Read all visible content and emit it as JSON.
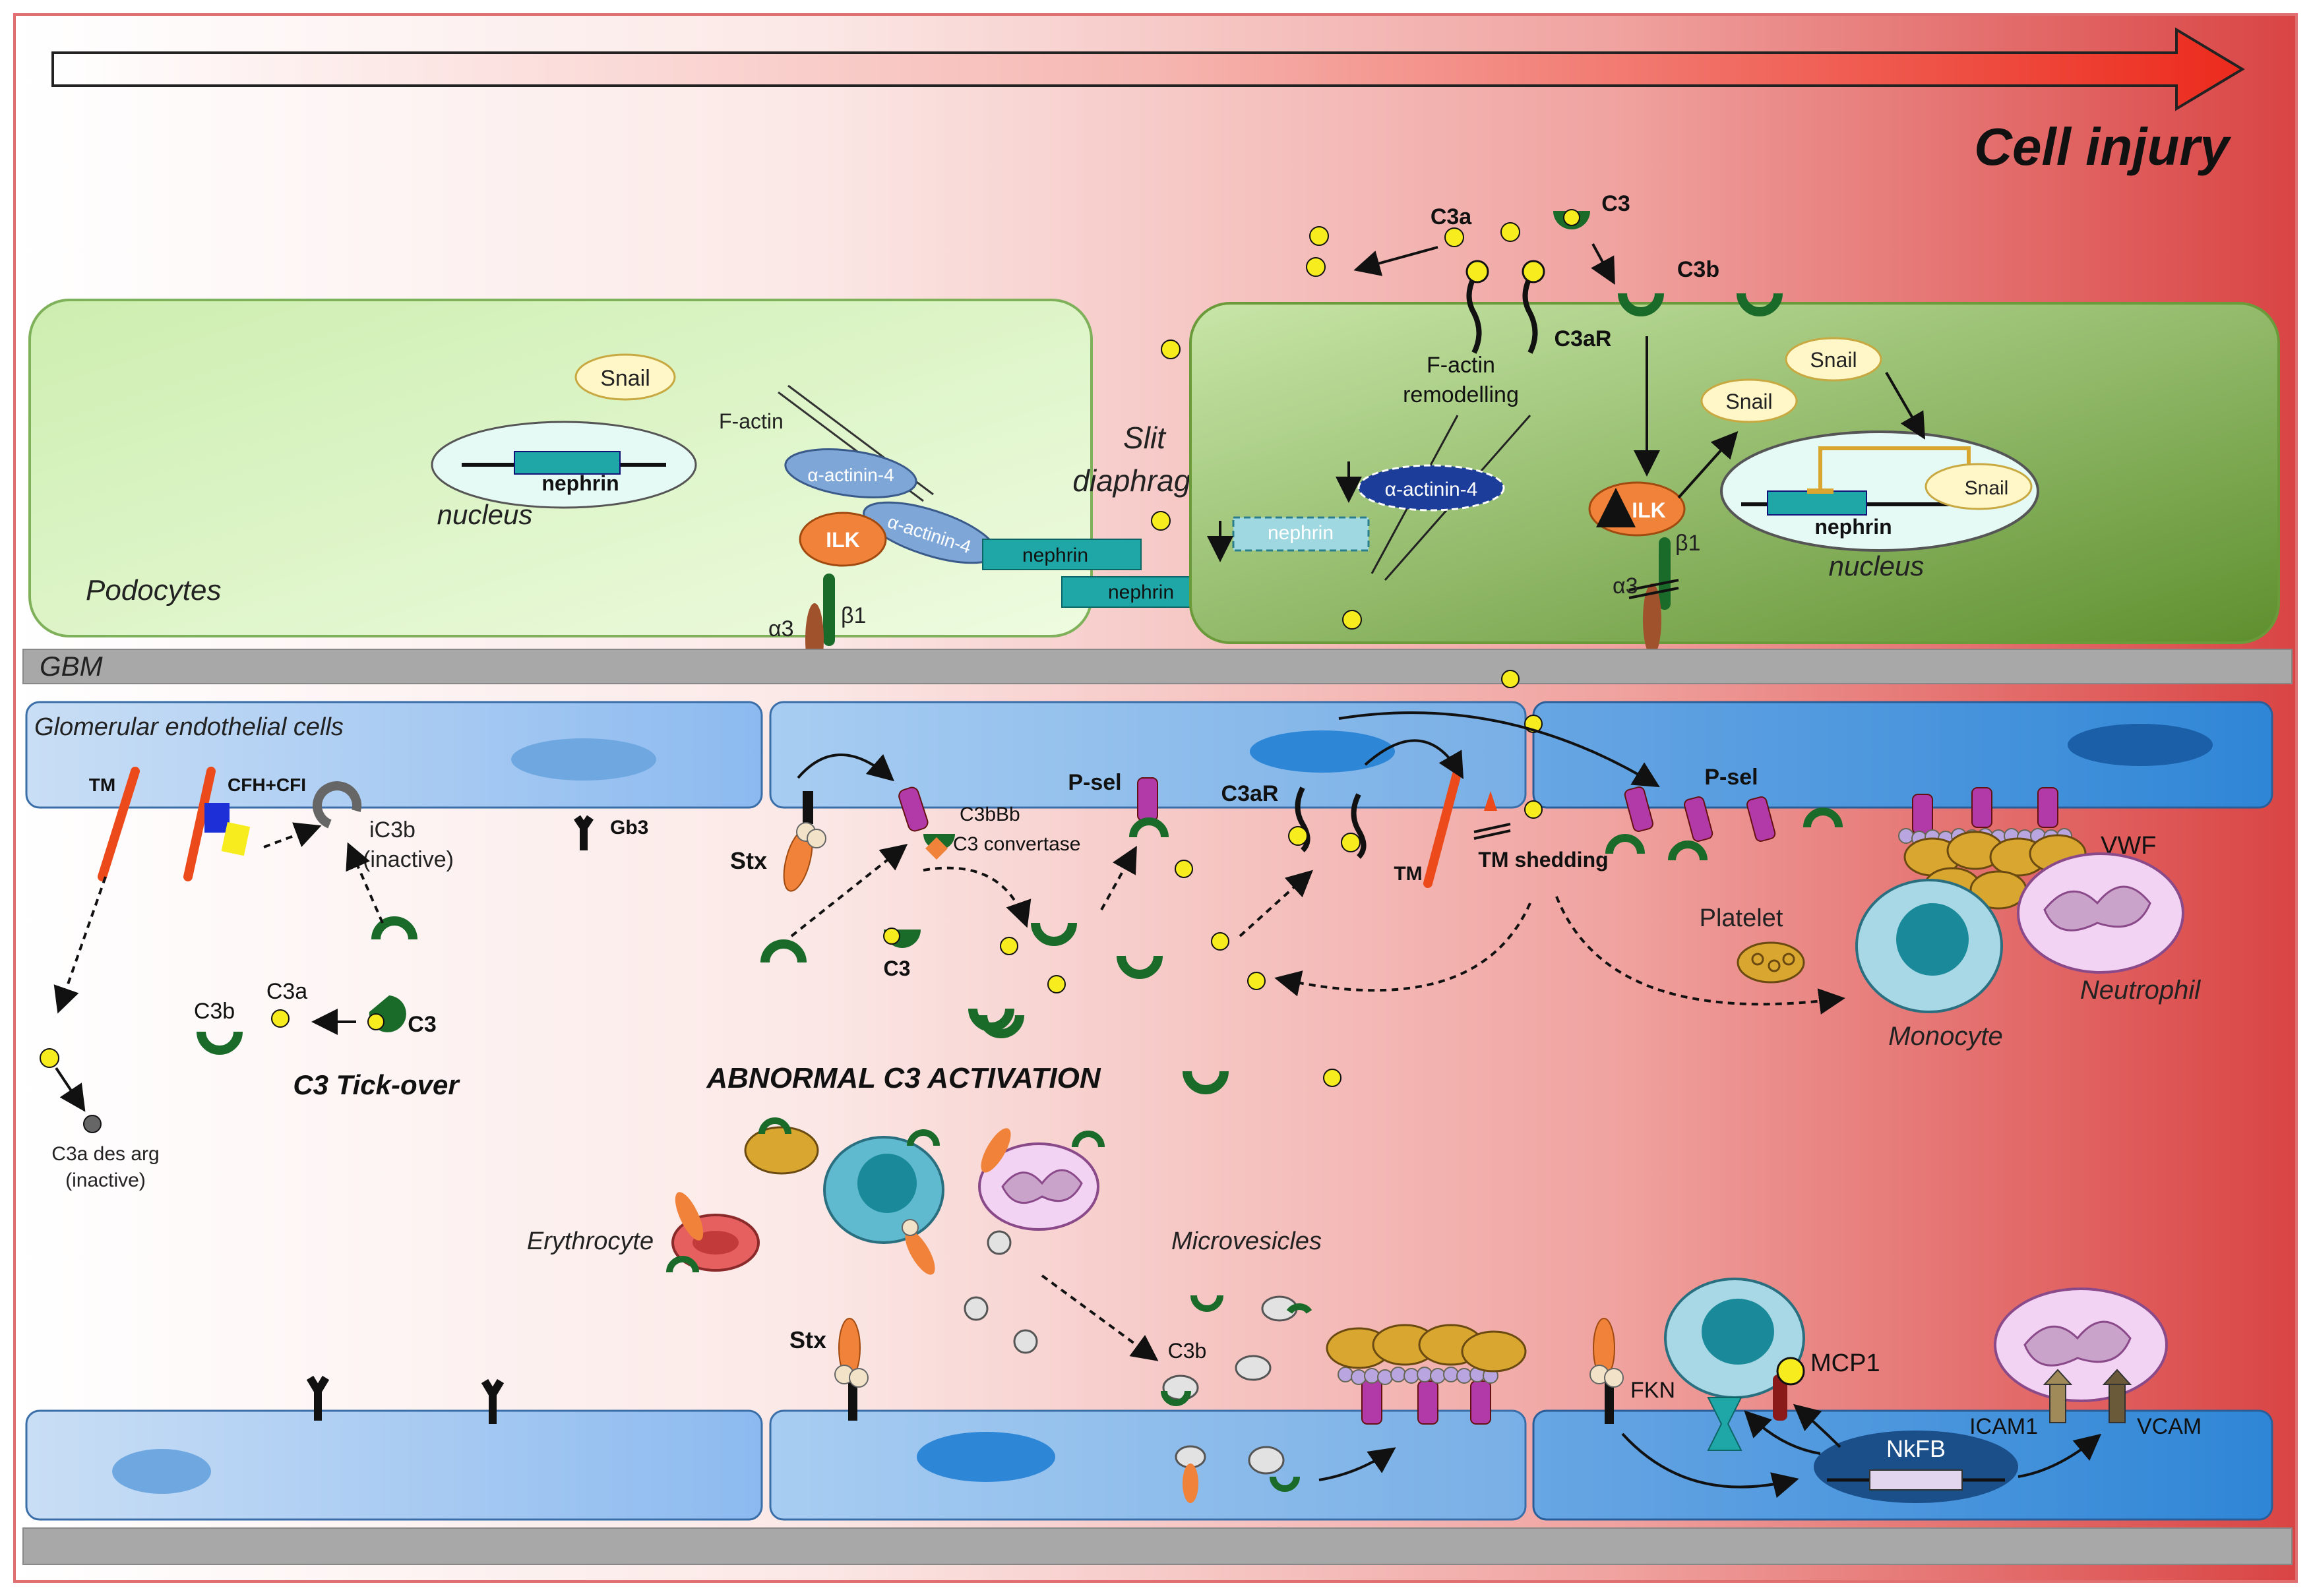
{
  "title": "Cell injury",
  "podocytes": {
    "region_label": "Podocytes",
    "snail": "Snail",
    "nephrin": "nephrin",
    "nucleus": "nucleus",
    "f_actin": "F-actin",
    "actinin": "α-actinin-4",
    "ilk": "ILK",
    "alpha3": "α3",
    "beta1": "β1",
    "slit_diaphragm": [
      "Slit",
      "diaphragm"
    ]
  },
  "injured_podocyte": {
    "c3a": "C3a",
    "c3": "C3",
    "c3b": "C3b",
    "c3ar": "C3aR",
    "f_actin_remodelling": [
      "F-actin",
      "remodelling"
    ],
    "actinin": "α-actinin-4",
    "nephrin": "nephrin",
    "ilk": "ILK",
    "snail": "Snail",
    "nucleus": "nucleus",
    "beta1": "β1",
    "alpha3": "α3"
  },
  "gbm": "GBM",
  "endothelial": {
    "label": "Glomerular endothelial cells",
    "tm": "TM",
    "cfh_cfi": "CFH+CFI",
    "ic3b": [
      "iC3b",
      "(inactive)"
    ],
    "gb3": "Gb3",
    "c3a_des_arg": [
      "C3a des arg",
      "(inactive)"
    ],
    "c3b": "C3b",
    "c3a": "C3a",
    "c3": "C3",
    "tick_over": "C3 Tick-over"
  },
  "activation": {
    "stx": "Stx",
    "c3bbb": "C3bBb",
    "c3_convertase": "C3 convertase",
    "c3": "C3",
    "psel": "P-sel",
    "c3ar": "C3aR",
    "tm": "TM",
    "tm_shedding": "TM shedding",
    "heading": "ABNORMAL C3 ACTIVATION"
  },
  "cells": {
    "psel": "P-sel",
    "vwf": "VWF",
    "platelet": "Platelet",
    "neutrophil": "Neutrophil",
    "monocyte": "Monocyte",
    "erythrocyte": "Erythrocyte",
    "microvesicles": "Microvesicles",
    "c3b": "C3b"
  },
  "bottom": {
    "stx": "Stx",
    "fkn": "FKN",
    "mcp1": "MCP1",
    "nkfb": "NkFB",
    "icam1": "ICAM1",
    "vcam": "VCAM"
  },
  "colors": {
    "injury_red": "#dc3a3a",
    "podocyte_light": "#d9f3c2",
    "podocyte_dark": "#6b9b3a",
    "endothelial": "#a9cbee",
    "c3_green": "#1a6b2a",
    "c3a_yellow": "#f7ec1e",
    "ilk_orange": "#f0823a",
    "actinin_blue": "#7ea7d8",
    "nephrin_teal": "#1fa7a7",
    "psel_magenta": "#b23aa8",
    "platelet_gold": "#d9a630"
  }
}
